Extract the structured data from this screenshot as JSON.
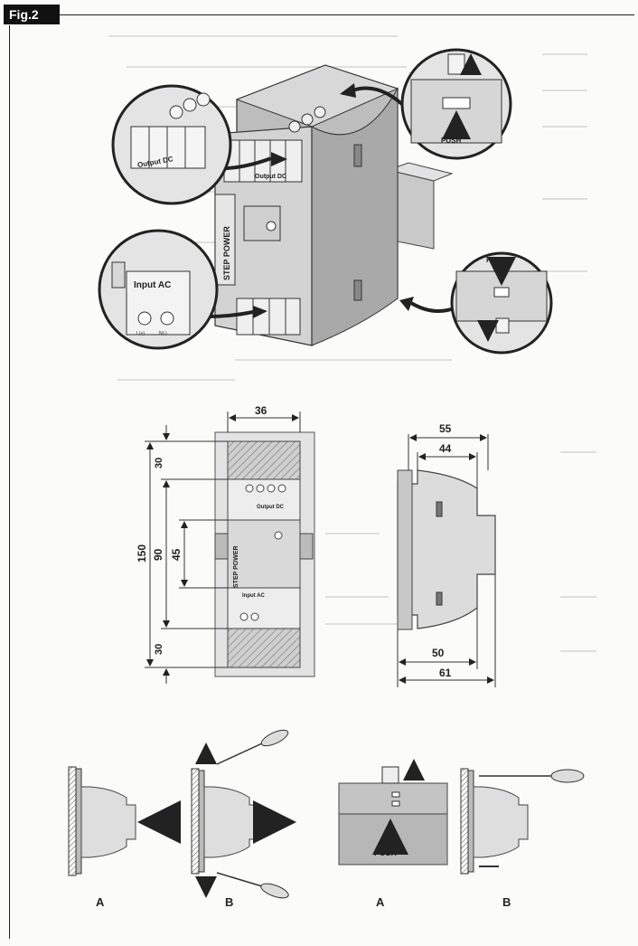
{
  "figure_label": "Fig.2",
  "top_view": {
    "callout_output": "Output DC",
    "callout_input": "Input AC",
    "push_top": "PUSH",
    "push_right": "PUSH",
    "brand": "STEP POWER",
    "device_output": "Output DC",
    "terminal_labels": [
      "L(+)",
      "N(-)"
    ]
  },
  "front_dims": {
    "width": "36",
    "height_total": "150",
    "height_inner": "90",
    "height_center": "45",
    "top_margin": "30",
    "bottom_margin": "30",
    "brand": "STEP POWER",
    "output": "Output DC",
    "input": "Input AC"
  },
  "side_dims": {
    "depth_total": "55",
    "depth_top": "44",
    "depth_base": "50",
    "depth_overall": "61"
  },
  "mount_steps": {
    "label_a1": "A",
    "label_b1": "B",
    "label_a2": "A",
    "label_b2": "B",
    "push": "PUSH"
  }
}
